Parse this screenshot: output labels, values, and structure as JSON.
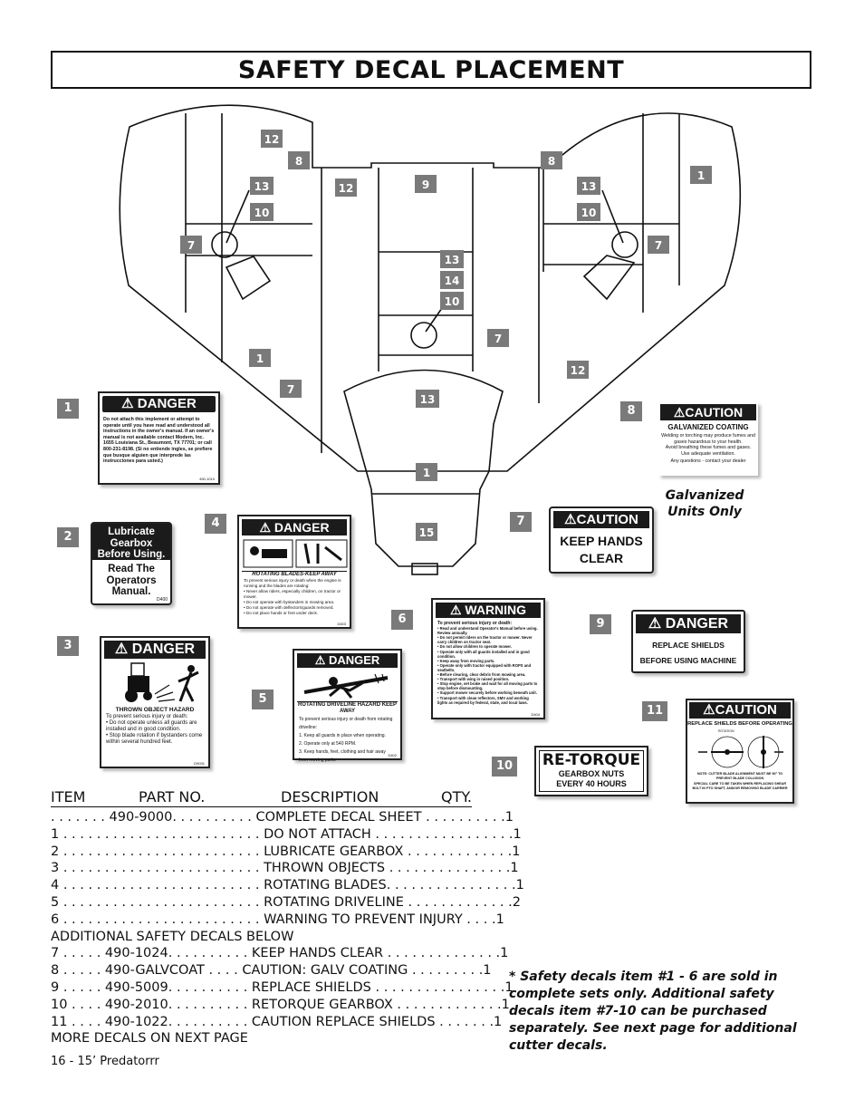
{
  "page": {
    "title": "SAFETY DECAL PLACEMENT",
    "footer": "16 - 15’ Predatorrr"
  },
  "diagram_callouts": [
    "12",
    "8",
    "13",
    "10",
    "7",
    "12",
    "9",
    "8",
    "13",
    "10",
    "1",
    "7",
    "13",
    "14",
    "10",
    "7",
    "1",
    "7",
    "12",
    "13",
    "1",
    "15"
  ],
  "decal_numbers": [
    "1",
    "2",
    "3",
    "4",
    "5",
    "6",
    "7",
    "8",
    "9",
    "10",
    "11"
  ],
  "decals": {
    "d1": {
      "header": "DANGER",
      "body": "Do not attach this implement or attempt to operate until you have read and understood all instructions in the owner's manual. If an owner's manual is not available contact Modern, Inc. 1655 Louisiana St., Beaumont, TX 77701; or call 800-231-8198. (Si no entiende ingles, se prefiere que busque alguien que interprede las instrucciones para usted.)",
      "code": "490-1010"
    },
    "d2": {
      "top": "Lubricate Gearbox Before Using.",
      "bottom": "Read The Operators Manual.",
      "code": "D400"
    },
    "d3": {
      "header": "DANGER",
      "title": "THROWN OBJECT HAZARD",
      "lines": [
        "To prevent serious injury or death:",
        "• Do not operate unless all guards are installed and in good condition.",
        "• Stop blade rotation if bystanders come within several hundred feet."
      ],
      "code": "D9031"
    },
    "d4": {
      "header": "DANGER",
      "title": "ROTATING BLADES-KEEP AWAY",
      "lines": [
        "To prevent serious injury or death when the engine is running and the blades are rotating:",
        "• Never allow riders, especially children, on tractor or mower.",
        "• Do not operate with bystanders in mowing area.",
        "• Do not operate with deflectors/guards removed.",
        "• Do not place hands or feet under deck."
      ],
      "code": "D403"
    },
    "d5": {
      "header": "DANGER",
      "title": "ROTATING DRIVELINE HAZARD KEEP AWAY",
      "lines": [
        "To prevent serious injury or death from rotating driveline:",
        "1. Keep all guards in place when operating.",
        "2. Operate only at 540 RPM.",
        "3. Keep hands, feet, clothing and hair away from moving parts."
      ],
      "code": "D402"
    },
    "d6": {
      "header": "WARNING",
      "lines": [
        "To prevent serious injury or death:",
        "• Read and understand Operator's Manual before using. Review annually.",
        "• Do not permit riders on the tractor or mower. Never carry children on tractor seat.",
        "• Do not allow children to operate mower.",
        "• Operate only with all guards installed and in good condition.",
        "• Keep away from moving parts.",
        "• Operate only with tractor equipped with ROPS and seatbelts.",
        "• Before clearing, clear debris from mowing area.",
        "• Transport with wing in raised position.",
        "• Stop engine, set brake and wait for all moving parts to stop before dismounting.",
        "• Support mower securely before working beneath unit.",
        "• Transport with clean reflectors, SMV and working lights as required by federal, state, and local laws."
      ],
      "code": "D404"
    },
    "d7": {
      "header": "CAUTION",
      "body": "KEEP HANDS CLEAR"
    },
    "d8": {
      "header": "CAUTION",
      "title": "GALVANIZED COATING",
      "lines": [
        "Welding or torching may produce fumes and gases hazardous to your health.",
        "Avoid breathing these fumes and gases.",
        "Use adequate ventilation.",
        "Any questions - contact your dealer"
      ]
    },
    "d9": {
      "header": "DANGER",
      "body": "REPLACE SHIELDS BEFORE USING MACHINE"
    },
    "d10": {
      "title": "RE-TORQUE",
      "body": "GEARBOX NUTS EVERY 40 HOURS"
    },
    "d11": {
      "header": "CAUTION",
      "title": "REPLACE SHIELDS BEFORE OPERATING",
      "note1": "NOTE: CUTTER BLADE ALIGNMENT MUST BE 90° TO PREVENT BLADE COLLISION",
      "note2": "SPECIAL CARE TO BE TAKEN WHEN REPLACING SHEAR BOLT IN PTO SHAFT, AND/OR REMOVING BLADE CARRIER",
      "label": "ROTATION"
    }
  },
  "galv_note": "Galvanized Units Only",
  "parts_table": {
    "headers": [
      "ITEM",
      "PART NO.",
      "DESCRIPTION",
      "QTY."
    ],
    "rows": [
      ". . . . . . . 490-9000. . . . . . . . . . COMPLETE DECAL SHEET . . . . . . . . . .1",
      "1 . . . . . . . . . . . . . . . . . . . . . . . . DO NOT ATTACH . . . . . . . . . . . . . . . . .1",
      "2 . . . . . . . . . . . . . . . . . . . . . . . . LUBRICATE GEARBOX . . . . . . . . . . . . .1",
      "3 . . . . . . . . . . . . . . . . . . . . . . . . THROWN OBJECTS . . . . . . . . . . . . . . .1",
      "4 . . . . . . . . . . . . . . . . . . . . . . . . ROTATING BLADES. . . . . . . . . . . . . . . .1",
      "5 . . . . . . . . . . . . . . . . . . . . . . . . ROTATING DRIVELINE . . . . . . . . . . . . .2",
      "6 . . . . . . . . . . . . . . . . . . . . . . . . WARNING TO PREVENT INJURY . . . .1",
      "ADDITIONAL SAFETY DECALS BELOW",
      "7 . . . . . 490-1024. . . . . . . . . . KEEP HANDS CLEAR . . . . . . . . . . . . . .1",
      "8 . . . . . 490-GALVCOAT . . . . CAUTION: GALV COATING . . . . . . . . .1",
      "9 . . . . . 490-5009. . . . . . . . . . REPLACE SHIELDS . . . . . . . . . . . . . . . .1",
      "10 . . . . 490-2010. . . . . . . . . . RETORQUE GEARBOX . . . . . . . . . . . . .1",
      "11 . . . . 490-1022. . . . . . . . . . CAUTION REPLACE SHIELDS . . . . . . .1",
      "MORE DECALS ON NEXT PAGE"
    ]
  },
  "sets_note": "* Safety decals item #1 - 6 are sold in complete sets only. Additional safety decals item #7-10 can be purchased separately. See next page for additional cutter decals."
}
